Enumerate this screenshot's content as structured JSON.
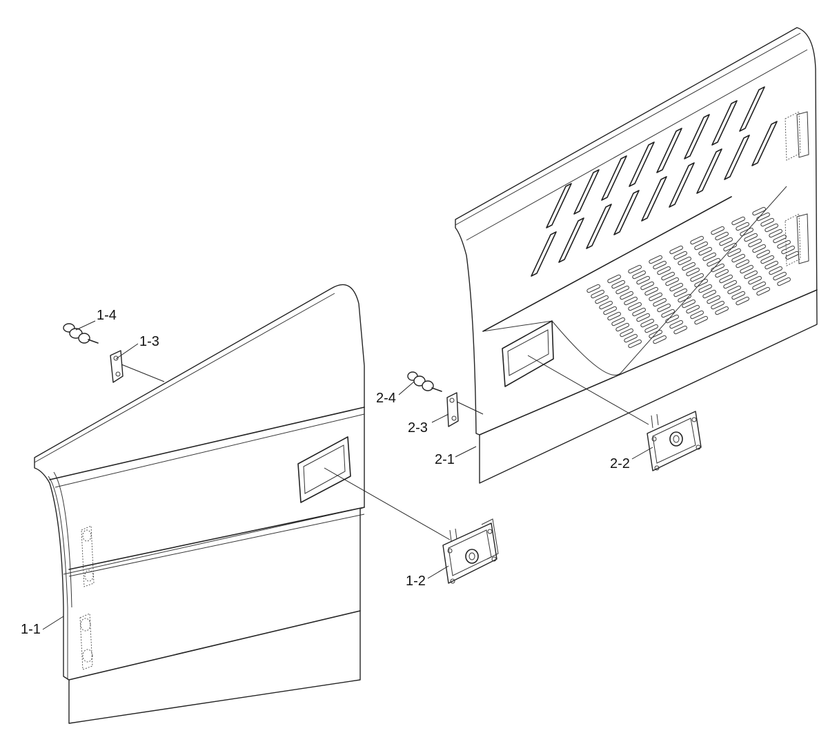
{
  "labels": {
    "p1_1": "1-1",
    "p1_2": "1-2",
    "p1_3": "1-3",
    "p1_4": "1-4",
    "p2_1": "2-1",
    "p2_2": "2-2",
    "p2_3": "2-3",
    "p2_4": "2-4"
  }
}
